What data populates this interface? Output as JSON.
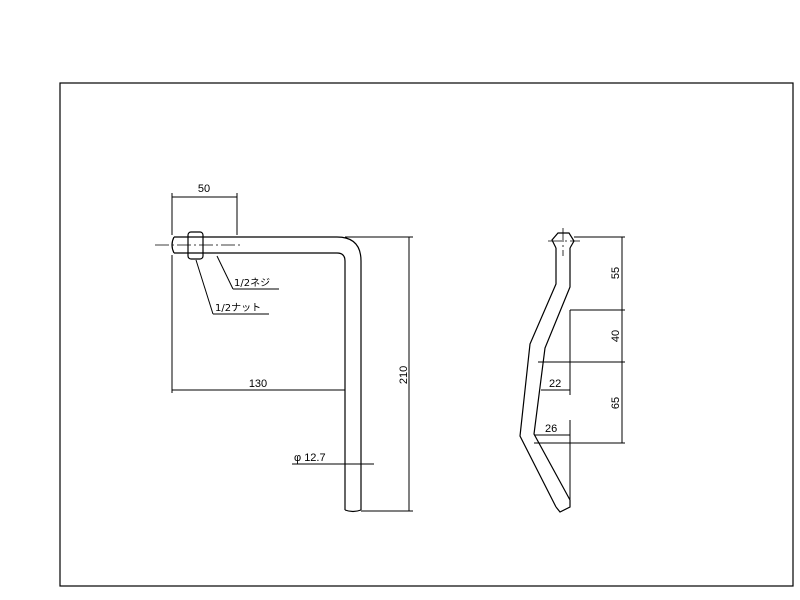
{
  "drawing": {
    "front_view": {
      "dims": {
        "thread_length": "50",
        "horizontal_length": "130",
        "total_height": "210",
        "diameter": "φ 12.7"
      },
      "labels": {
        "thread": "1/2ネジ",
        "nut": "1/2ナット"
      }
    },
    "side_view": {
      "dims": {
        "seg1": "55",
        "seg2": "40",
        "seg3": "65",
        "offset1": "22",
        "offset2": "26"
      }
    }
  }
}
